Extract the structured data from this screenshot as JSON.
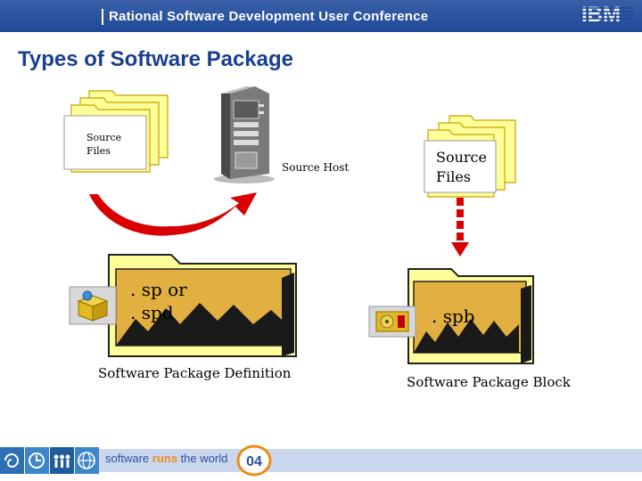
{
  "header": {
    "conference": "Rational Software Development User Conference",
    "logo_text": "IBM"
  },
  "slide": {
    "title": "Types of Software Package"
  },
  "left_diagram": {
    "source_files_line1": "Source",
    "source_files_line2": "Files",
    "source_host_label": "Source Host",
    "package_ext_line1": ". sp or",
    "package_ext_line2": ". spd",
    "caption": "Software Package Definition"
  },
  "right_diagram": {
    "source_files_line1": "Source",
    "source_files_line2": "Files",
    "package_ext": ". spb",
    "caption": "Software Package Block"
  },
  "footer": {
    "tagline_prefix": "software",
    "tagline_emphasis": "runs",
    "tagline_suffix": "the world",
    "badge": "04"
  },
  "colors": {
    "header_blue": "#1f4a98",
    "title_blue": "#1a3f91",
    "folder_yellow": "#ffff99",
    "arrow_red": "#d80000",
    "footer_orange": "#f08a10"
  }
}
